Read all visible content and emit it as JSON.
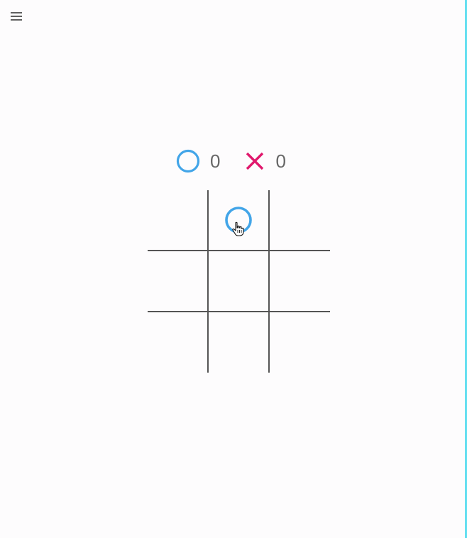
{
  "menu": {
    "icon": "menu-icon"
  },
  "score": {
    "o": {
      "symbol": "circle-o-icon",
      "value": "0",
      "color": "#42a5e8"
    },
    "x": {
      "symbol": "cross-x-icon",
      "value": "0",
      "color": "#e0186c"
    }
  },
  "board": {
    "line_color": "#555555",
    "cells": [
      "",
      "O",
      "",
      "",
      "",
      "",
      "",
      "",
      ""
    ]
  },
  "theme": {
    "background": "#fdfcfd",
    "accent_edge": "#64dff0"
  }
}
